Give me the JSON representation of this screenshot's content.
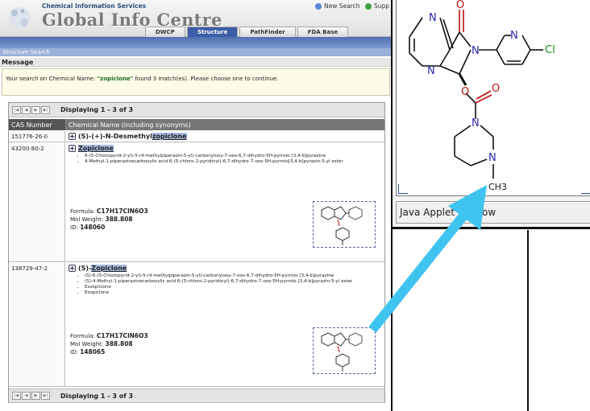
{
  "applet": {
    "status_text": "Java Applet Window",
    "atoms": {
      "n1": "N",
      "n2": "N",
      "n3": "N",
      "n4": "N",
      "n5": "N",
      "n6": "N",
      "o1": "O",
      "o2": "O",
      "o3": "O",
      "cl": "Cl",
      "ch3": "CH3"
    }
  },
  "header": {
    "org_name": "Chemical Information Services",
    "title": "Global Info Centre",
    "link_new_search": "New Search",
    "link_support": "Supp"
  },
  "nav": {
    "tabs": [
      {
        "label": "DWCP"
      },
      {
        "label": "Structure"
      },
      {
        "label": "PathFinder"
      },
      {
        "label": "FDA Base"
      }
    ]
  },
  "section_bar": "Structure Search",
  "message": {
    "heading": "Message",
    "text_before": "Your search on Chemical Name: ",
    "query": "\"zopiclone\"",
    "text_after": " found 3 match(es). Please choose one to continue."
  },
  "pager": {
    "text": "Displaying 1 - 3 of 3",
    "first": "|◀",
    "prev": "◀",
    "next": "▶",
    "last": "▶|"
  },
  "table": {
    "col_cas": "CAS Number",
    "col_name": "Chemical Name (including synonyms)",
    "rows": [
      {
        "cas": "151776-26-0",
        "name_prefix": "(S)-(+)-N-Desmethyl",
        "name_hi": "zopiclone"
      },
      {
        "cas": "43200-80-2",
        "name_prefix": "",
        "name_hi": "Zopiclone",
        "synonyms": [
          "6-(5-Chloropyrid-2-yl)-5-(4-methylpiperazin-5-yl)-carbonyloxy-7-oxo-6,7-dihydro-5H-pyrrolo [3,4-b]pyrazine",
          "4-Methyl-1-piperazinecarboxylic acid 6-(5-chloro-2-pyridinyl)-6,7-dihydro-7-oxo-5H-pyrrolo[3,4-b]pyrazin-5-yl ester"
        ],
        "formula_label": "Formula:",
        "formula": "C17H17ClN6O3",
        "mw_label": "Mol Weight:",
        "mw": "388.808",
        "id_label": "ID:",
        "id": "148060"
      },
      {
        "cas": "138729-47-2",
        "name_prefix": "(S)-",
        "name_hi": "Zopiclone",
        "synonyms": [
          "(S)-6-(5-Chloropyrid-2-yl)-5-(4-methylpiperazin-5-yl)-carbonyloxy-7-oxo-6,7-dihydro-5H-pyrrolo [3,4-b]pyrazine",
          "(S)-4-Methyl-1-piperazinecarboxylic acid 6-(5-chloro-2-pyridinyl)-6,7-dihydro-7-oxo-5H-pyrrolo [3,4-b]pyrazin-5-yl ester",
          "Eszopiclone",
          "Esopiclone"
        ],
        "formula_label": "Formula:",
        "formula": "C17H17ClN6O3",
        "mw_label": "Mol Weight:",
        "mw": "388.808",
        "id_label": "ID:",
        "id": "148065"
      }
    ]
  },
  "colors": {
    "accent_blue": "#3c5ea8",
    "arrow": "#3fc4f0",
    "highlight": "#a6b8e0"
  }
}
